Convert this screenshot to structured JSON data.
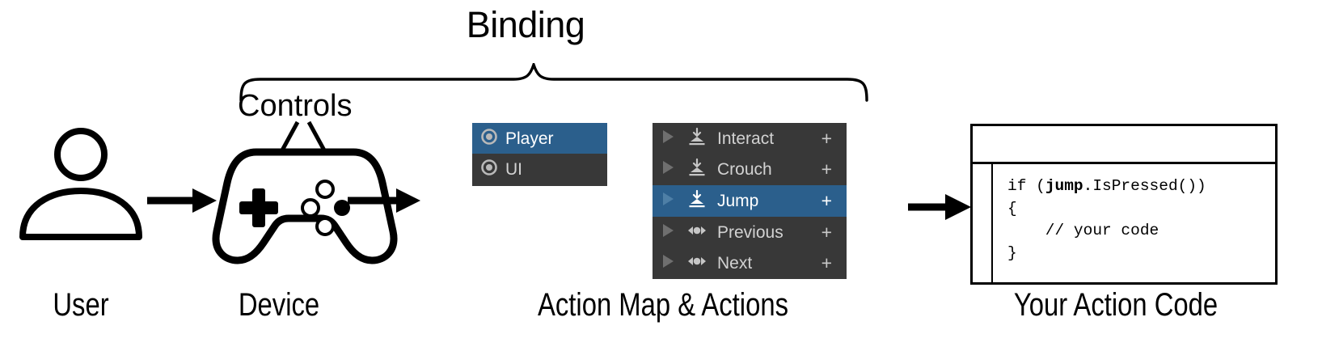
{
  "diagram": {
    "binding_label": "Binding",
    "controls_label": "Controls",
    "captions": {
      "user": "User",
      "device": "Device",
      "actions": "Action Map & Actions",
      "code": "Your Action Code"
    },
    "icons": {
      "user": "user-person-icon",
      "device": "gamepad-controller-icon",
      "brace": "curly-brace-icon",
      "flow_arrow": "right-arrow-icon",
      "callout_arrow": "diagonal-arrow-icon"
    }
  },
  "action_map_panel": {
    "rows": [
      {
        "label": "Player",
        "icon": "radio-ring-icon",
        "selected": true
      },
      {
        "label": "UI",
        "icon": "radio-ring-icon",
        "selected": false
      }
    ]
  },
  "actions_panel": {
    "add_label": "+",
    "rows": [
      {
        "label": "Interact",
        "icon": "button-press-icon",
        "caret": "expand-caret-icon",
        "selected": false
      },
      {
        "label": "Crouch",
        "icon": "button-press-icon",
        "caret": "expand-caret-icon",
        "selected": false
      },
      {
        "label": "Jump",
        "icon": "button-press-icon",
        "caret": "expand-caret-icon",
        "selected": true
      },
      {
        "label": "Previous",
        "icon": "axis-control-icon",
        "caret": "expand-caret-icon",
        "selected": false
      },
      {
        "label": "Next",
        "icon": "axis-control-icon",
        "caret": "expand-caret-icon",
        "selected": false
      }
    ]
  },
  "code_window": {
    "lines": [
      {
        "pre": "if (",
        "bold": "jump",
        "post": ".IsPressed())"
      },
      {
        "pre": "{",
        "bold": "",
        "post": ""
      },
      {
        "pre": "    // your code",
        "bold": "",
        "post": ""
      },
      {
        "pre": "}",
        "bold": "",
        "post": ""
      }
    ]
  },
  "colors": {
    "selection_blue": "#2B5F8C",
    "panel_dark": "#383838",
    "text_light": "#D2D2D2",
    "stroke_black": "#000000"
  }
}
